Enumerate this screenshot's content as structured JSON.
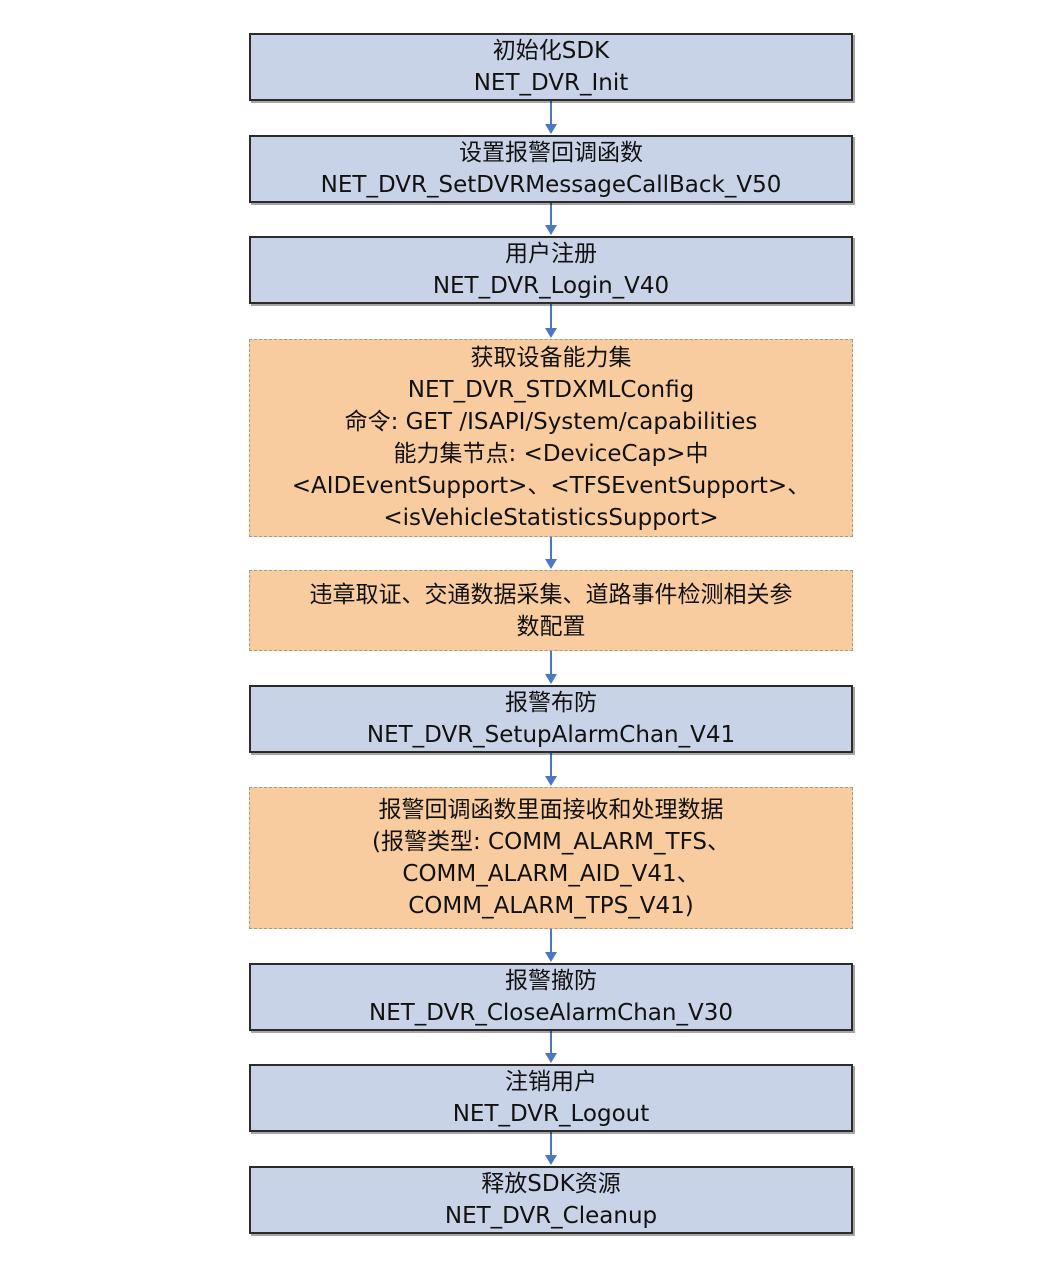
{
  "flow": {
    "steps": [
      {
        "style": "solid",
        "lines": [
          "初始化SDK",
          "NET_DVR_Init"
        ]
      },
      {
        "style": "solid",
        "lines": [
          "设置报警回调函数",
          "NET_DVR_SetDVRMessageCallBack_V50"
        ]
      },
      {
        "style": "solid",
        "lines": [
          "用户注册",
          "NET_DVR_Login_V40"
        ]
      },
      {
        "style": "dashed",
        "lines": [
          "获取设备能力集",
          "NET_DVR_STDXMLConfig",
          "命令: GET /ISAPI/System/capabilities",
          "能力集节点: <DeviceCap>中",
          "<AIDEventSupport>、<TFSEventSupport>、",
          "<isVehicleStatisticsSupport>"
        ]
      },
      {
        "style": "dashed",
        "lines": [
          "违章取证、交通数据采集、道路事件检测相关参",
          "数配置"
        ]
      },
      {
        "style": "solid",
        "lines": [
          "报警布防",
          "NET_DVR_SetupAlarmChan_V41"
        ]
      },
      {
        "style": "dashed",
        "lines": [
          "报警回调函数里面接收和处理数据",
          "(报警类型: COMM_ALARM_TFS、",
          "COMM_ALARM_AID_V41、",
          "COMM_ALARM_TPS_V41)"
        ]
      },
      {
        "style": "solid",
        "lines": [
          "报警撤防",
          "NET_DVR_CloseAlarmChan_V30"
        ]
      },
      {
        "style": "solid",
        "lines": [
          "注销用户",
          "NET_DVR_Logout"
        ]
      },
      {
        "style": "solid",
        "lines": [
          "释放SDK资源",
          "NET_DVR_Cleanup"
        ]
      }
    ]
  },
  "colors": {
    "solid_fill": "#c8d3e8",
    "dashed_fill": "#f9cca0",
    "arrow": "#4a78c2"
  }
}
